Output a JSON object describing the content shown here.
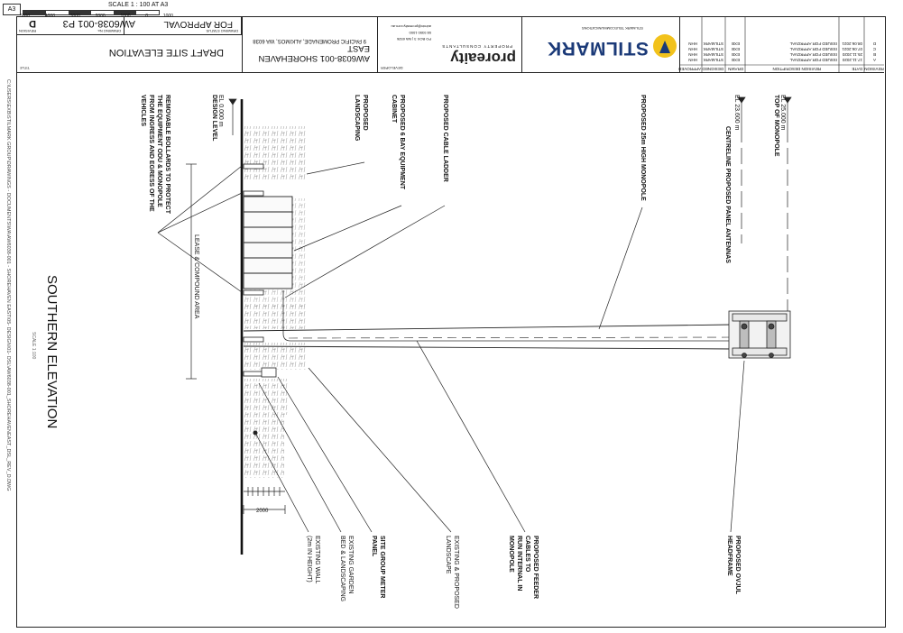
{
  "sheet_size": "A3",
  "scale": "SCALE 1 : 100 AT A3",
  "scale_ticks": [
    "5000",
    "4000",
    "3000",
    "2000",
    "1000",
    "0",
    "1000"
  ],
  "title_block": {
    "revision_label": "REVISION",
    "revision": "D",
    "drawing_no_label": "DRAWING No.",
    "drawing_no": "AW6038-001 P3",
    "status_label": "DRAWING STATUS",
    "status": "FOR APPROVAL",
    "title_label": "TITLE",
    "title": "DRAFT SITE ELEVATION",
    "site_id": "AW6038-001 SHOREHAVEN EAST",
    "site_address": "9 PACIFIC PROMENADE, ALKIMOS, WA 6038",
    "consultant": "proreaity",
    "consultant_sub": "PROPERTY CONSULTANTS",
    "developer_label": "DEVELOPER",
    "contact_lines": [
      "PO BOX 3 | WA 6926",
      "08 9350 1000",
      "admin@proreaity.com.au"
    ],
    "client": "STILMARK",
    "client_sub": "STILMARK TELECOMMUNICATIONS",
    "revisions": {
      "headers": [
        "REVISION",
        "DATE",
        "REVISION DESCRIPTION",
        "DRAWN",
        "DESIGNED",
        "APPROVED"
      ],
      "rows": [
        [
          "A",
          "17.11.2020",
          "ISSUED FOR APPROVAL",
          "EXB",
          "STILMARK",
          "HHN"
        ],
        [
          "B",
          "25.11.2020",
          "ISSUED FOR APPROVAL",
          "EXB",
          "STILMARK",
          "HHN"
        ],
        [
          "C",
          "07.06.2021",
          "ISSUED FOR APPROVAL",
          "EXB",
          "STILMARK",
          "HHN"
        ],
        [
          "D",
          "08.06.2021",
          "ISSUED FOR APPROVAL",
          "EXB",
          "STILMARK",
          "HHN"
        ]
      ]
    }
  },
  "file_path": "C:\\USERS\\EXB\\STILMARK GROUP\\DRAWINGS - DOCUMENTS\\WA\\AW6038-001 - SHOREHAVEN EAST\\05- DESIGN\\01- DSL\\AW6038-001_SHOREHAVENEAST_DSL_REV_D.DWG",
  "elevation_title": "SOUTHERN ELEVATION",
  "elevation_scale": "SCALE 1:100",
  "levels": [
    {
      "label": "EL 0.000 m",
      "name": "DESIGN LEVEL"
    },
    {
      "label": "EL 23.600 m",
      "name": "CENTRELINE PROPOSED PANEL ANTENNAS"
    },
    {
      "label": "EL 25.000 m",
      "name": "TOP OF MONOPOLE"
    }
  ],
  "annotations": {
    "bollards": [
      "REMOVABLE BOLLARDS TO PROTECT",
      "THE EQUIPMENT ODU & MONOPOLE",
      "FROM INGRESS AND EGRESS OF THE",
      "VEHICLES"
    ],
    "landscaping": [
      "PROPOSED",
      "LANDSCAPING"
    ],
    "cabinet": [
      "PROPOSED 6 BAY EQUIPMENT",
      "CABINET"
    ],
    "cable_ladder": [
      "PROPOSED CABLE LADDER"
    ],
    "monopole": [
      "PROPOSED 25m HIGH MONOPOLE"
    ],
    "lease_area": "LEASE & COMPOUND AREA",
    "feeder": [
      "PROPOSED FEEDER",
      "CABLES TO",
      "RUN INTERNAL IN",
      "MONOPOLE"
    ],
    "headframe": [
      "PROPOSED OVJUL",
      "HEADFRAME"
    ],
    "existing_landscape": [
      "EXISTING & PROPOSED",
      "LANDSCAPE"
    ],
    "meter_panel": [
      "SITE GROUP METER",
      "PANEL"
    ],
    "garden_bed": [
      "EXISTING GARDEN",
      "BED & LANDSCAPING"
    ],
    "wall": [
      "EXISTING WALL",
      "(2m IN HEIGHT)"
    ],
    "dimension": "2000"
  },
  "colors": {
    "line": "#222222",
    "brand_yellow": "#f2c21b",
    "brand_blue": "#1b3a78",
    "shrub": "#9a9a9a"
  }
}
